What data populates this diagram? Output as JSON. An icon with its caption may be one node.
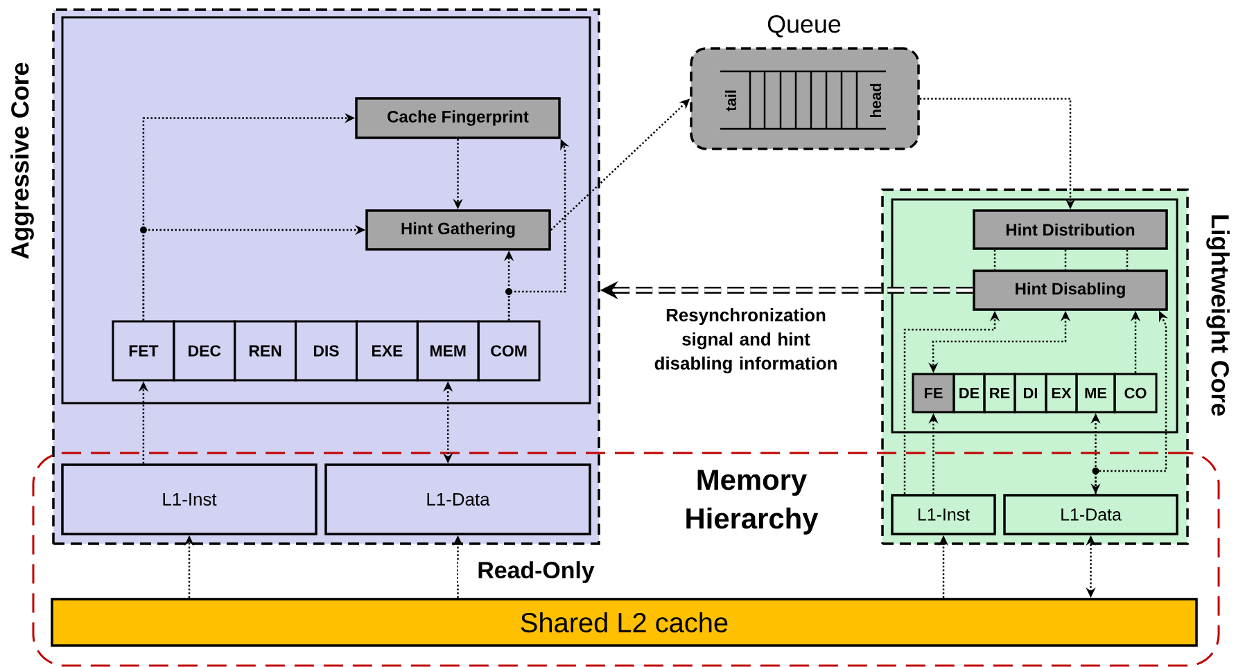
{
  "diagram": {
    "nodes": [
      {
        "text": [
          "Aggressive Core"
        ]
      },
      {
        "text": [],
        "shape": "box",
        "in": 0
      },
      {
        "text": [
          "Cache Fingerprint"
        ],
        "in": 1
      },
      {
        "text": [
          "Hint Gathering"
        ],
        "in": 1
      },
      {
        "text": [
          "FET"
        ],
        "in": 1
      },
      {
        "text": [
          "DEC"
        ],
        "in": 1
      },
      {
        "text": [
          "REN"
        ],
        "in": 1
      },
      {
        "text": [
          "DIS"
        ],
        "in": 1
      },
      {
        "text": [
          "EXE"
        ],
        "in": 1
      },
      {
        "text": [
          "MEM"
        ],
        "in": 1
      },
      {
        "text": [
          "COM"
        ],
        "in": 1
      },
      {
        "text": [
          "L1-Inst"
        ]
      },
      {
        "text": [
          "L1-Data"
        ]
      },
      {
        "text": [
          "Queue",
          "tail",
          "head"
        ]
      },
      {
        "text": [
          "Lightweight Core"
        ]
      },
      {
        "text": [],
        "shape": "box",
        "in": 14
      },
      {
        "text": [
          "Hint Distribution"
        ],
        "in": 15
      },
      {
        "text": [
          "Hint Disabling"
        ],
        "in": 15
      },
      {
        "text": [
          "FE"
        ],
        "in": 15
      },
      {
        "text": [
          "DE"
        ],
        "in": 15
      },
      {
        "text": [
          "RE"
        ],
        "in": 15
      },
      {
        "text": [
          "DI"
        ],
        "in": 15
      },
      {
        "text": [
          "EX"
        ],
        "in": 15
      },
      {
        "text": [
          "ME"
        ],
        "in": 15
      },
      {
        "text": [
          "CO"
        ],
        "in": 15
      },
      {
        "text": [
          "L1-Inst"
        ]
      },
      {
        "text": [
          "L1-Data"
        ]
      },
      {
        "text": [
          "Memory Hierarchy"
        ]
      },
      {
        "text": [
          "Shared L2 cache"
        ],
        "in": 27
      }
    ],
    "edges": [
      {
        "from": 4,
        "to": 2,
        "arrow": "to"
      },
      {
        "from": 4,
        "to": 3,
        "arrow": "to"
      },
      {
        "from": 2,
        "to": 3,
        "arrow": "to"
      },
      {
        "from": 10,
        "to": 3,
        "arrow": "to"
      },
      {
        "from": 10,
        "to": 2,
        "arrow": "to"
      },
      {
        "from": 3,
        "to": 13,
        "arrow": "to"
      },
      {
        "from": 13,
        "to": 16,
        "arrow": "to"
      },
      {
        "from": 16,
        "to": 17,
        "arrow": "none"
      },
      {
        "from": 16,
        "to": 17,
        "arrow": "none"
      },
      {
        "from": 16,
        "to": 17,
        "arrow": "none"
      },
      {
        "from": 17,
        "to": 0,
        "arrow": "to",
        "style": "dashed",
        "label": "Resynchronization signal and hint disabling information"
      },
      {
        "from": 25,
        "to": 17,
        "arrow": "to"
      },
      {
        "from": 17,
        "to": 18,
        "arrow": "both"
      },
      {
        "from": 24,
        "to": 17,
        "arrow": "to"
      },
      {
        "from": 26,
        "to": 17,
        "arrow": "to"
      },
      {
        "from": 23,
        "to": 26,
        "arrow": "both"
      },
      {
        "from": 25,
        "to": 18,
        "arrow": "to"
      },
      {
        "from": 11,
        "to": 4,
        "arrow": "to"
      },
      {
        "from": 9,
        "to": 12,
        "arrow": "both"
      },
      {
        "from": 28,
        "to": 11,
        "arrow": "to"
      },
      {
        "from": 28,
        "to": 12,
        "arrow": "to",
        "label": "Read-Only"
      },
      {
        "from": 28,
        "to": 25,
        "arrow": "to"
      },
      {
        "from": 28,
        "to": 26,
        "arrow": "both"
      }
    ]
  }
}
